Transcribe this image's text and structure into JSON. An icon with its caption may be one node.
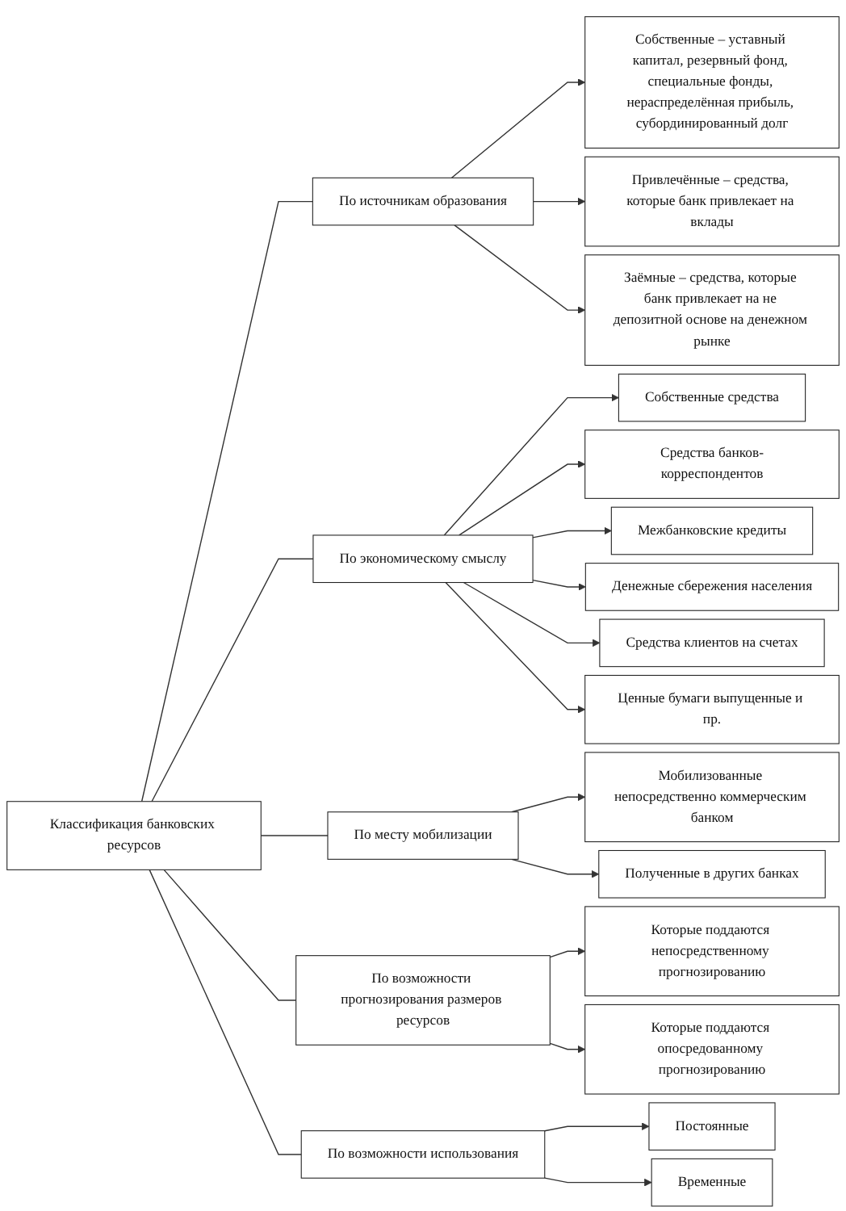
{
  "diagram": {
    "nodes": [
      {
        "text": [
          "Классификация банковских ресурсов"
        ]
      },
      {
        "text": [
          "По источникам образования"
        ]
      },
      {
        "text": [
          "Собственные – уставный капитал, резервный фонд, специальные фонды, нераспределённая прибыль, субординированный долг"
        ]
      },
      {
        "text": [
          "Привлечённые – средства, которые банк привлекает на вклады"
        ]
      },
      {
        "text": [
          "Заёмные – средства, которые банк привлекает на не депозитной основе на денежном рынке"
        ]
      },
      {
        "text": [
          "По экономическому смыслу"
        ]
      },
      {
        "text": [
          "Собственные средства"
        ]
      },
      {
        "text": [
          "Средства банков-корреспондентов"
        ]
      },
      {
        "text": [
          "Межбанковские кредиты"
        ]
      },
      {
        "text": [
          "Денежные сбережения населения"
        ]
      },
      {
        "text": [
          "Средства клиентов на счетах"
        ]
      },
      {
        "text": [
          "Ценные бумаги выпущенные и пр."
        ]
      },
      {
        "text": [
          "По месту мобилизации"
        ]
      },
      {
        "text": [
          "Мобилизованные непосредственно коммерческим банком"
        ]
      },
      {
        "text": [
          "Полученные в других банках"
        ]
      },
      {
        "text": [
          "По возможности прогнозирования размеров ресурсов"
        ]
      },
      {
        "text": [
          "Которые поддаются непосредственному прогнозированию"
        ]
      },
      {
        "text": [
          "Которые поддаются опосредованному прогнозированию"
        ]
      },
      {
        "text": [
          "По возможности использования"
        ]
      },
      {
        "text": [
          "Постоянные"
        ]
      },
      {
        "text": [
          "Временные"
        ]
      }
    ],
    "edges": [
      {
        "from": 0,
        "to": 1,
        "arrow": "none"
      },
      {
        "from": 0,
        "to": 5,
        "arrow": "none"
      },
      {
        "from": 0,
        "to": 12,
        "arrow": "none"
      },
      {
        "from": 0,
        "to": 15,
        "arrow": "none"
      },
      {
        "from": 0,
        "to": 18,
        "arrow": "none"
      },
      {
        "from": 1,
        "to": 2,
        "arrow": "to"
      },
      {
        "from": 1,
        "to": 3,
        "arrow": "to"
      },
      {
        "from": 1,
        "to": 4,
        "arrow": "to"
      },
      {
        "from": 5,
        "to": 6,
        "arrow": "to"
      },
      {
        "from": 5,
        "to": 7,
        "arrow": "to"
      },
      {
        "from": 5,
        "to": 8,
        "arrow": "to"
      },
      {
        "from": 5,
        "to": 9,
        "arrow": "to"
      },
      {
        "from": 5,
        "to": 10,
        "arrow": "to"
      },
      {
        "from": 5,
        "to": 11,
        "arrow": "to"
      },
      {
        "from": 12,
        "to": 13,
        "arrow": "to"
      },
      {
        "from": 12,
        "to": 14,
        "arrow": "to"
      },
      {
        "from": 15,
        "to": 16,
        "arrow": "to"
      },
      {
        "from": 15,
        "to": 17,
        "arrow": "to"
      },
      {
        "from": 18,
        "to": 19,
        "arrow": "to"
      },
      {
        "from": 18,
        "to": 20,
        "arrow": "to"
      }
    ]
  }
}
